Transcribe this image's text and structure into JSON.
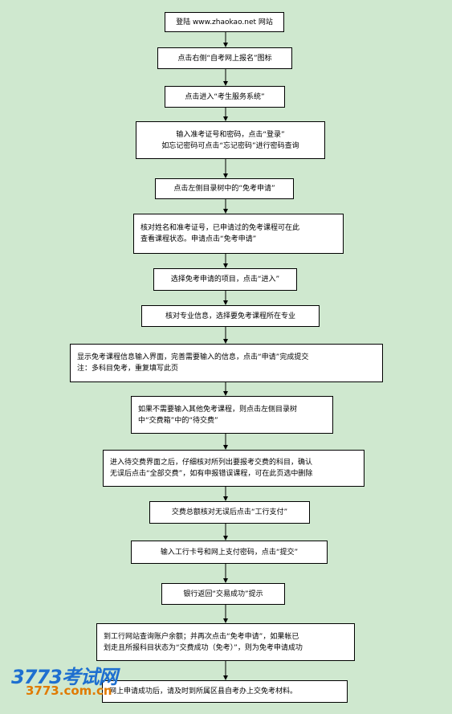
{
  "steps": [
    "登陆 www.zhaokao.net 网站",
    "点击右侧“自考网上报名”图标",
    "点击进入“考生服务系统”",
    "输入准考证号和密码，点击“登录”\n如忘记密码可点击“忘记密码”进行密码查询",
    "点击左侧目录树中的“免考申请”",
    "核对姓名和准考证号，已申请过的免考课程可在此\n查看课程状态。申请点击“免考申请”",
    "选择免考申请的项目，点击“进入”",
    "核对专业信息，选择要免考课程所在专业",
    "显示免考课程信息输入界面，完善需要输入的信息，点击“申请”完成提交\n注：多科目免考，重复填写此页",
    "如果不需要输入其他免考课程，则点击左侧目录树\n中“交费箱”中的“待交费”",
    "进入待交费界面之后，仔细核对所列出要报考交费的科目，确认\n无误后点击“全部交费”，如有申报错误课程，可在此页选中删除",
    "交费总额核对无误后点击“工行支付”",
    "输入工行卡号和网上支付密码，点击“提交”",
    "银行返回“交易成功”提示",
    "到工行网站查询账户余额；并再次点击“免考申请”，如果帐已\n划走且所报科目状态为“交费成功（免考）”，则为免考申请成功",
    "网上申请成功后，请及时到所属区县自考办上交免考材料。"
  ],
  "logo": {
    "brand": "3773考试网",
    "site": "3773.com.cn"
  },
  "colors": {
    "background": "#cfe8cf",
    "box": "#ffffff",
    "arrow": "#000000",
    "brand": "#1e6fd0",
    "site": "#e07a00"
  }
}
